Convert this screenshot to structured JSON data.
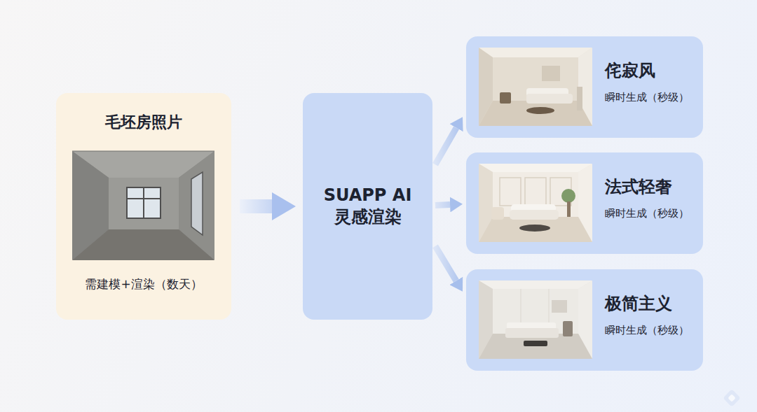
{
  "diagram": {
    "nodes": [
      {
        "text": [
          "毛坯房照片",
          "需建模+渲染（数天）"
        ]
      },
      {
        "text": [
          "SUAPP AI 灵感渲染"
        ]
      },
      {
        "text": [
          "侘寂风",
          "瞬时生成（秒级）"
        ]
      },
      {
        "text": [
          "法式轻奢",
          "瞬时生成（秒级）"
        ]
      },
      {
        "text": [
          "极简主义",
          "瞬时生成（秒级）"
        ]
      }
    ],
    "edges": [
      {
        "from": 0,
        "to": 1,
        "arrow": "to"
      },
      {
        "from": 1,
        "to": 2,
        "arrow": "to"
      },
      {
        "from": 1,
        "to": 3,
        "arrow": "to"
      },
      {
        "from": 1,
        "to": 4,
        "arrow": "to"
      }
    ]
  }
}
